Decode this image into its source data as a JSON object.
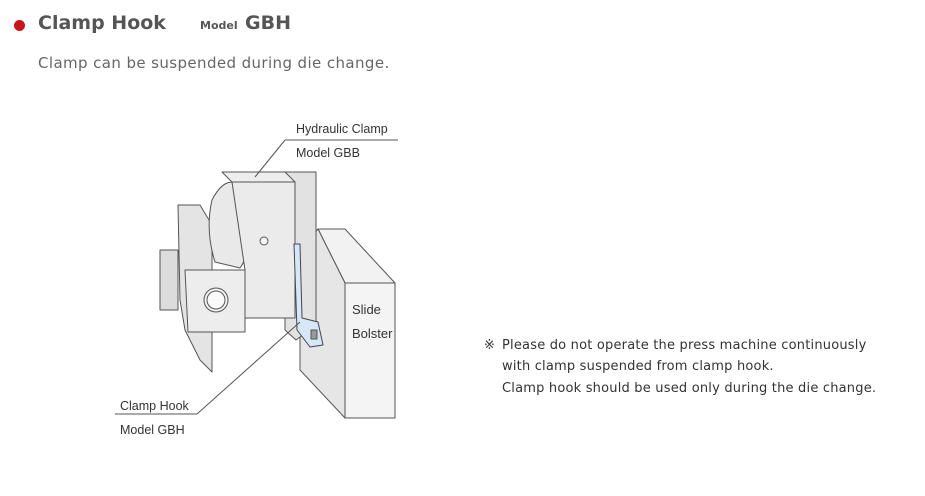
{
  "header": {
    "title": "Clamp Hook",
    "model_label": "Model",
    "model_value": "GBH",
    "subtitle": "Clamp can be suspended during die change.",
    "accent_color": "#c8161d"
  },
  "diagram": {
    "hydraulic_clamp": {
      "name": "Hydraulic Clamp",
      "model": "Model GBB"
    },
    "clamp_hook": {
      "name": "Clamp Hook",
      "model": "Model GBH"
    },
    "bolster": {
      "line1": "Slide",
      "line2": "Bolster"
    },
    "hook_color": "#d6e8f5"
  },
  "note": {
    "mark": "※",
    "lines": [
      "Please do not operate the press machine continuously",
      "with clamp suspended from clamp hook.",
      "Clamp hook should be used only during the die change."
    ]
  }
}
